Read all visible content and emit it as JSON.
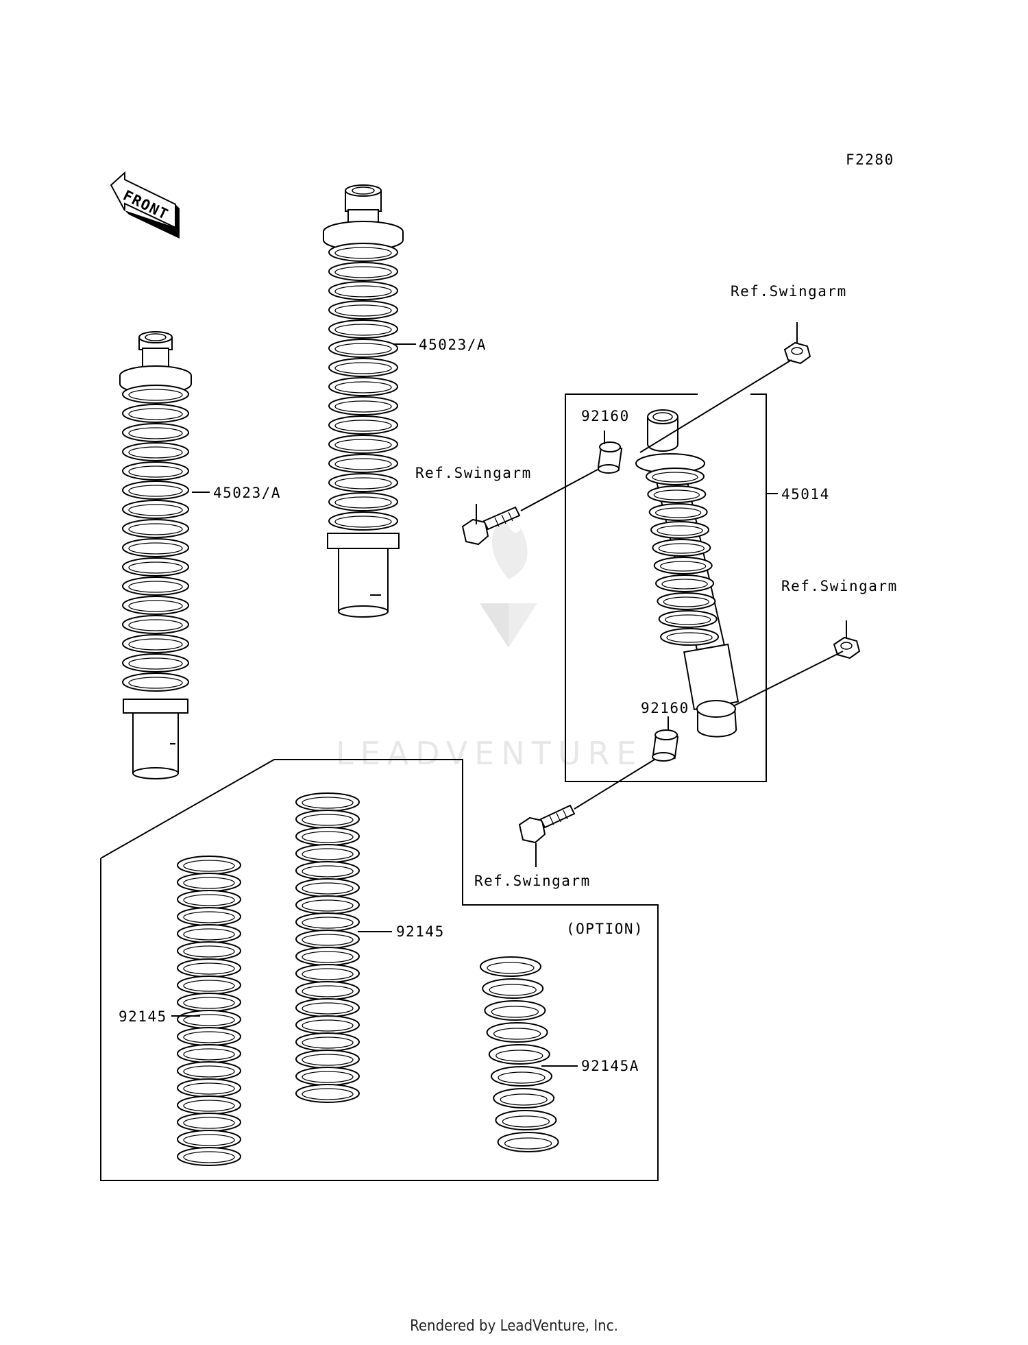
{
  "diagram_code": "F2280",
  "front_label": "FRONT",
  "labels": {
    "shock_assembly_left": "45023/A",
    "shock_assembly_center": "45023/A",
    "shock_absorber": "45014",
    "bushing_upper": "92160",
    "bushing_lower": "92160",
    "ref_swingarm_top_right": "Ref.Swingarm",
    "ref_swingarm_bolt_upper": "Ref.Swingarm",
    "ref_swingarm_right": "Ref.Swingarm",
    "ref_swingarm_bolt_lower": "Ref.Swingarm",
    "option": "(OPTION)",
    "spring_left": "92145",
    "spring_center": "92145",
    "spring_option": "92145A"
  },
  "watermark": "LEADVENTURE",
  "footer": "Rendered by LeadVenture, Inc."
}
